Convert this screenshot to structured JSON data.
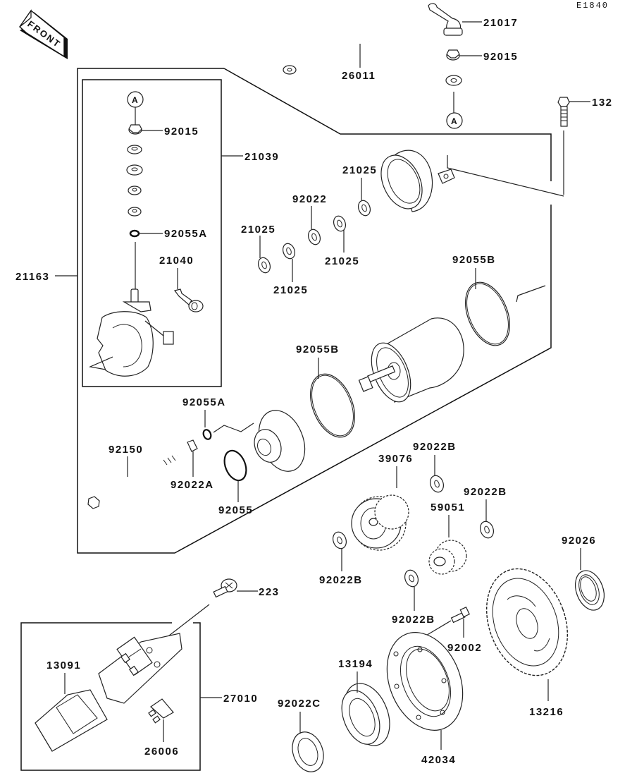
{
  "diagram": {
    "code": "E1840",
    "front_label": "FRONT",
    "reference_marker": "A",
    "callouts": {
      "c21017": "21017",
      "c92015_top": "92015",
      "c26011": "26011",
      "c132": "132",
      "c92015_kit": "92015",
      "c21039": "21039",
      "c92055A_kit": "92055A",
      "c21040": "21040",
      "c21163": "21163",
      "c21025_a": "21025",
      "c92022": "92022",
      "c21025_b": "21025",
      "c21025_c": "21025",
      "c21025_d": "21025",
      "c21025_e": "21025",
      "c92055B_right": "92055B",
      "c92055B_left": "92055B",
      "c92055A": "92055A",
      "c92150": "92150",
      "c92022A": "92022A",
      "c92055": "92055",
      "c39076": "39076",
      "c92022B_1": "92022B",
      "c92022B_2": "92022B",
      "c59051": "59051",
      "c92022B_3": "92022B",
      "c92022B_4": "92022B",
      "c92026": "92026",
      "c223": "223",
      "c92002": "92002",
      "c13216": "13216",
      "c13091": "13091",
      "c27010": "27010",
      "c26006": "26006",
      "c13194": "13194",
      "c92022C": "92022C",
      "c42034": "42034"
    }
  }
}
